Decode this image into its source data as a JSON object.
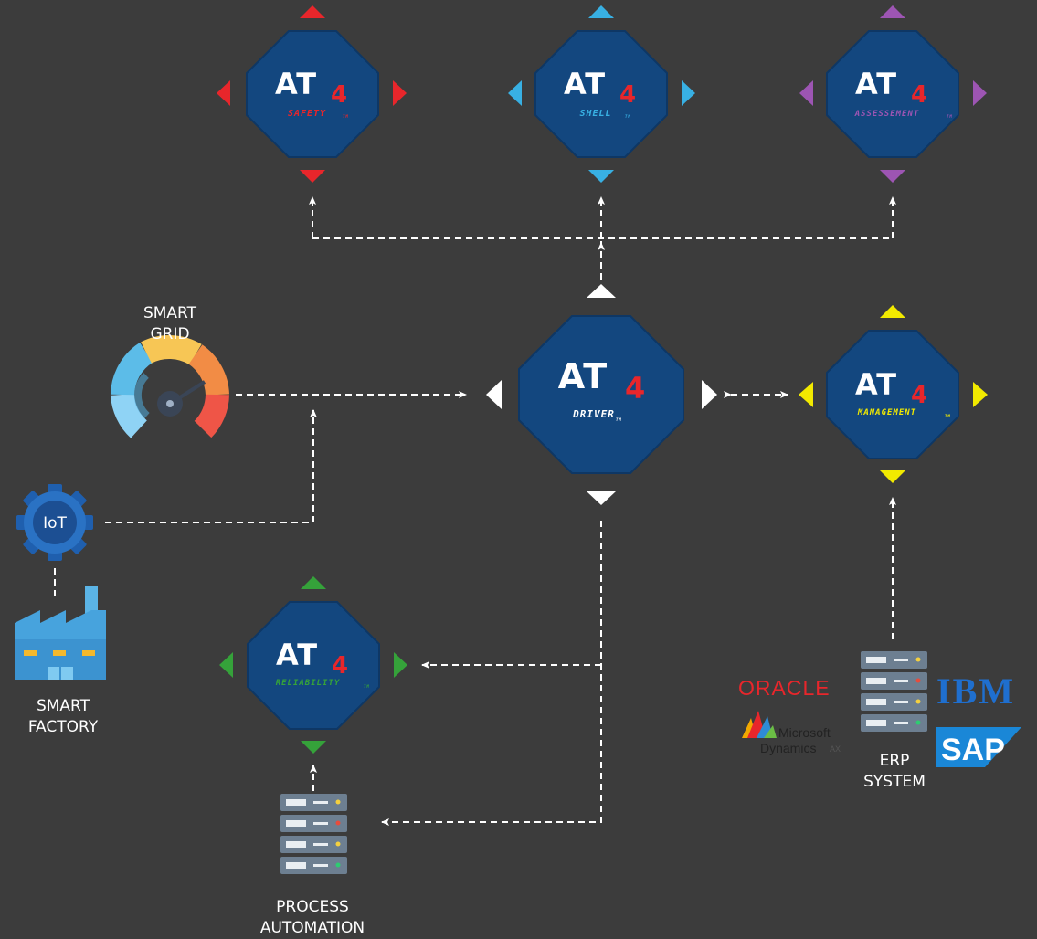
{
  "modules": [
    {
      "id": "safety",
      "brand": "AT",
      "num": "4",
      "name": "SAFETY",
      "tm": "TM",
      "color": "#e8262b"
    },
    {
      "id": "shell",
      "brand": "AT",
      "num": "4",
      "name": "SHELL",
      "tm": "TM",
      "color": "#38b0e3"
    },
    {
      "id": "assessement",
      "brand": "AT",
      "num": "4",
      "name": "ASSESSEMENT",
      "tm": "TM",
      "color": "#9d55b3"
    },
    {
      "id": "driver",
      "brand": "AT",
      "num": "4",
      "name": "DRIVER",
      "tm": "TM",
      "color": "#ffffff"
    },
    {
      "id": "management",
      "brand": "AT",
      "num": "4",
      "name": "MANAGEMENT",
      "tm": "TM",
      "color": "#f2ea00"
    },
    {
      "id": "reliability",
      "brand": "AT",
      "num": "4",
      "name": "RELIABILITY",
      "tm": "TM",
      "color": "#35a23a"
    }
  ],
  "sources": {
    "smart_grid": {
      "line1": "SMART",
      "line2": "GRID"
    },
    "iot": {
      "label": "IoT"
    },
    "smart_factory": {
      "line1": "SMART",
      "line2": "FACTORY"
    },
    "process_automation": {
      "line1": "PROCESS",
      "line2": "AUTOMATION"
    },
    "erp_system": {
      "line1": "ERP",
      "line2": "SYSTEM"
    }
  },
  "vendors": {
    "oracle": "ORACLE",
    "microsoft_1": "Microsoft",
    "microsoft_2": "Dynamics",
    "microsoft_3": "AX",
    "ibm": "IBM",
    "sap": "SAP"
  },
  "colors": {
    "background": "#3c3c3c",
    "octagon": "#13477f",
    "connector": "#ffffff",
    "red_accent": "#e8262b"
  }
}
